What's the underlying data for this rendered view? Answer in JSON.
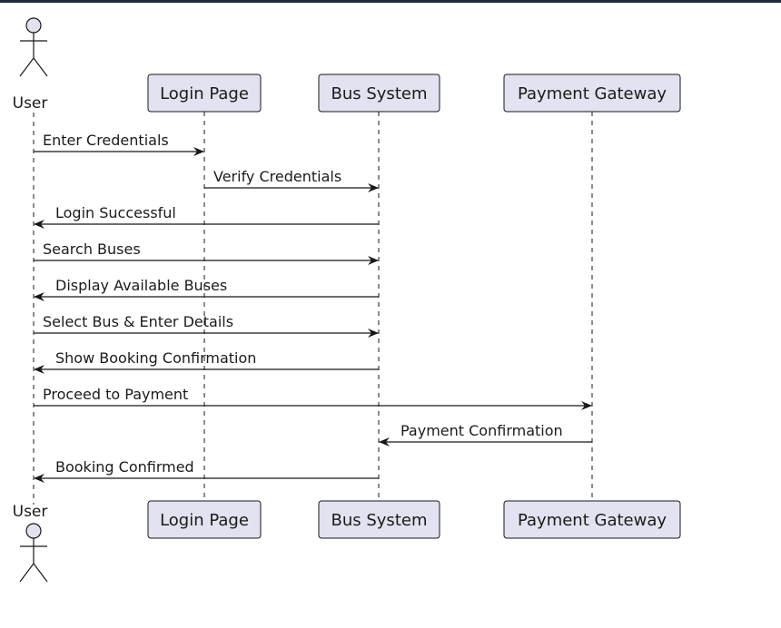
{
  "participants": [
    {
      "id": "user",
      "label": "User",
      "kind": "actor"
    },
    {
      "id": "login",
      "label": "Login Page",
      "kind": "box"
    },
    {
      "id": "bus",
      "label": "Bus System",
      "kind": "box"
    },
    {
      "id": "pay",
      "label": "Payment Gateway",
      "kind": "box"
    }
  ],
  "messages": [
    {
      "from": "user",
      "to": "login",
      "label": "Enter Credentials"
    },
    {
      "from": "login",
      "to": "bus",
      "label": "Verify Credentials"
    },
    {
      "from": "bus",
      "to": "user",
      "label": "Login Successful"
    },
    {
      "from": "user",
      "to": "bus",
      "label": "Search Buses"
    },
    {
      "from": "bus",
      "to": "user",
      "label": "Display Available Buses"
    },
    {
      "from": "user",
      "to": "bus",
      "label": "Select Bus & Enter Details"
    },
    {
      "from": "bus",
      "to": "user",
      "label": "Show Booking Confirmation"
    },
    {
      "from": "user",
      "to": "pay",
      "label": "Proceed to Payment"
    },
    {
      "from": "pay",
      "to": "bus",
      "label": "Payment Confirmation"
    },
    {
      "from": "bus",
      "to": "user",
      "label": "Booking Confirmed"
    }
  ],
  "colors": {
    "box_fill": "#e2e2f0",
    "box_stroke": "#181818",
    "line": "#181818",
    "lifeline": "#181818",
    "top_bar": "#1f2a3a"
  }
}
